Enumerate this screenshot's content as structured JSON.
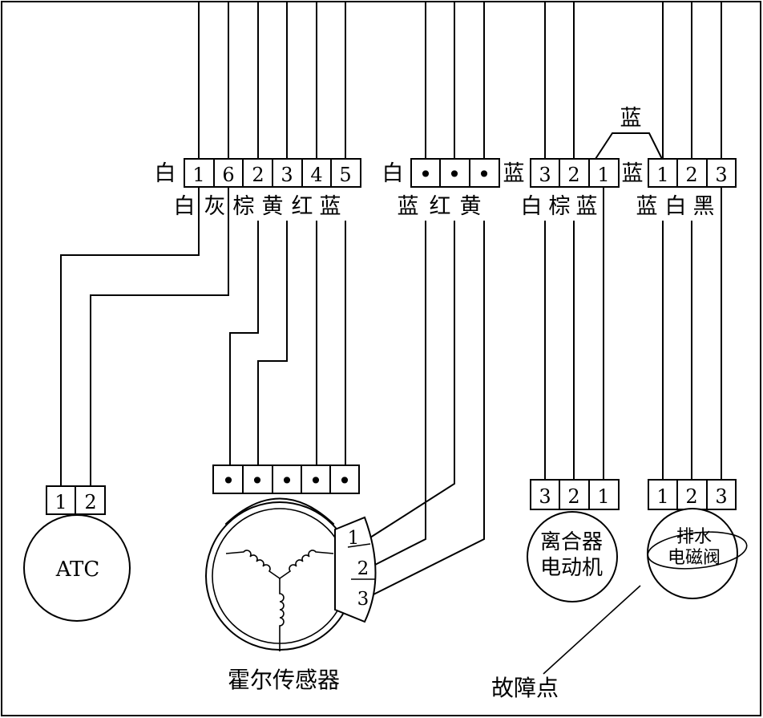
{
  "connectors": {
    "top_left": {
      "side_label": "白",
      "pins": [
        "1",
        "6",
        "2",
        "3",
        "4",
        "5"
      ],
      "wire_labels": [
        "白",
        "灰",
        "棕",
        "黄",
        "红",
        "蓝"
      ]
    },
    "top_mid": {
      "left_label": "白",
      "right_label": "蓝",
      "pins": [
        "•",
        "•",
        "•"
      ],
      "wire_labels": [
        "蓝",
        "红",
        "黄"
      ]
    },
    "top_clutch": {
      "pins": [
        "3",
        "2",
        "1"
      ],
      "wire_labels": [
        "白",
        "棕",
        "蓝"
      ]
    },
    "top_valve": {
      "side_label": "蓝",
      "pins": [
        "1",
        "2",
        "3"
      ],
      "wire_labels": [
        "蓝",
        "白",
        "黑"
      ]
    },
    "jumper_label": "蓝"
  },
  "components": {
    "atc": {
      "pins": [
        "1",
        "2"
      ],
      "label": "ATC"
    },
    "hall": {
      "top_pins": [
        "•",
        "•",
        "•",
        "•",
        "•"
      ],
      "side_pins": [
        "1",
        "2",
        "3"
      ],
      "label": "霍尔传感器"
    },
    "clutch": {
      "pins": [
        "3",
        "2",
        "1"
      ],
      "label_line1": "离合器",
      "label_line2": "电动机"
    },
    "valve": {
      "pins": [
        "1",
        "2",
        "3"
      ],
      "label_line1": "排水",
      "label_line2": "电磁阀"
    }
  },
  "fault_label": "故障点"
}
